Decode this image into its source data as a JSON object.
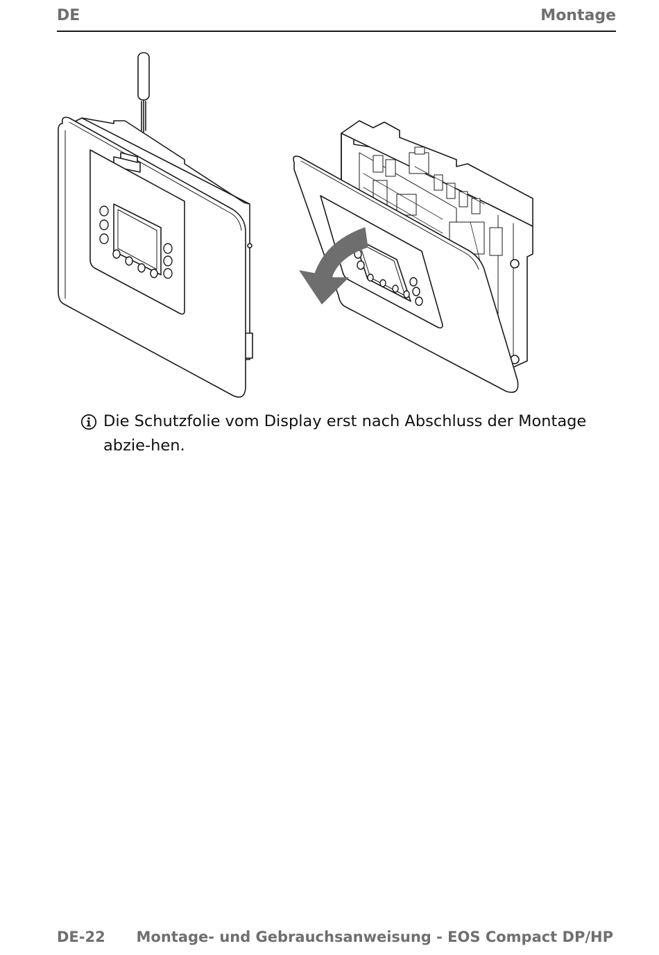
{
  "header": {
    "language": "DE",
    "section": "Montage"
  },
  "note": {
    "icon": "info-icon",
    "text": "Die Schutzfolie vom Display erst nach Abschluss der Montage abzie-hen."
  },
  "footer": {
    "page_number": "DE-22",
    "document_title": "Montage- und Gebrauchsanweisung - EOS Compact DP/HP"
  },
  "colors": {
    "header_text": "#6f6f6f",
    "rule": "#1a1a1a",
    "arrow": "#6e6e6e"
  }
}
